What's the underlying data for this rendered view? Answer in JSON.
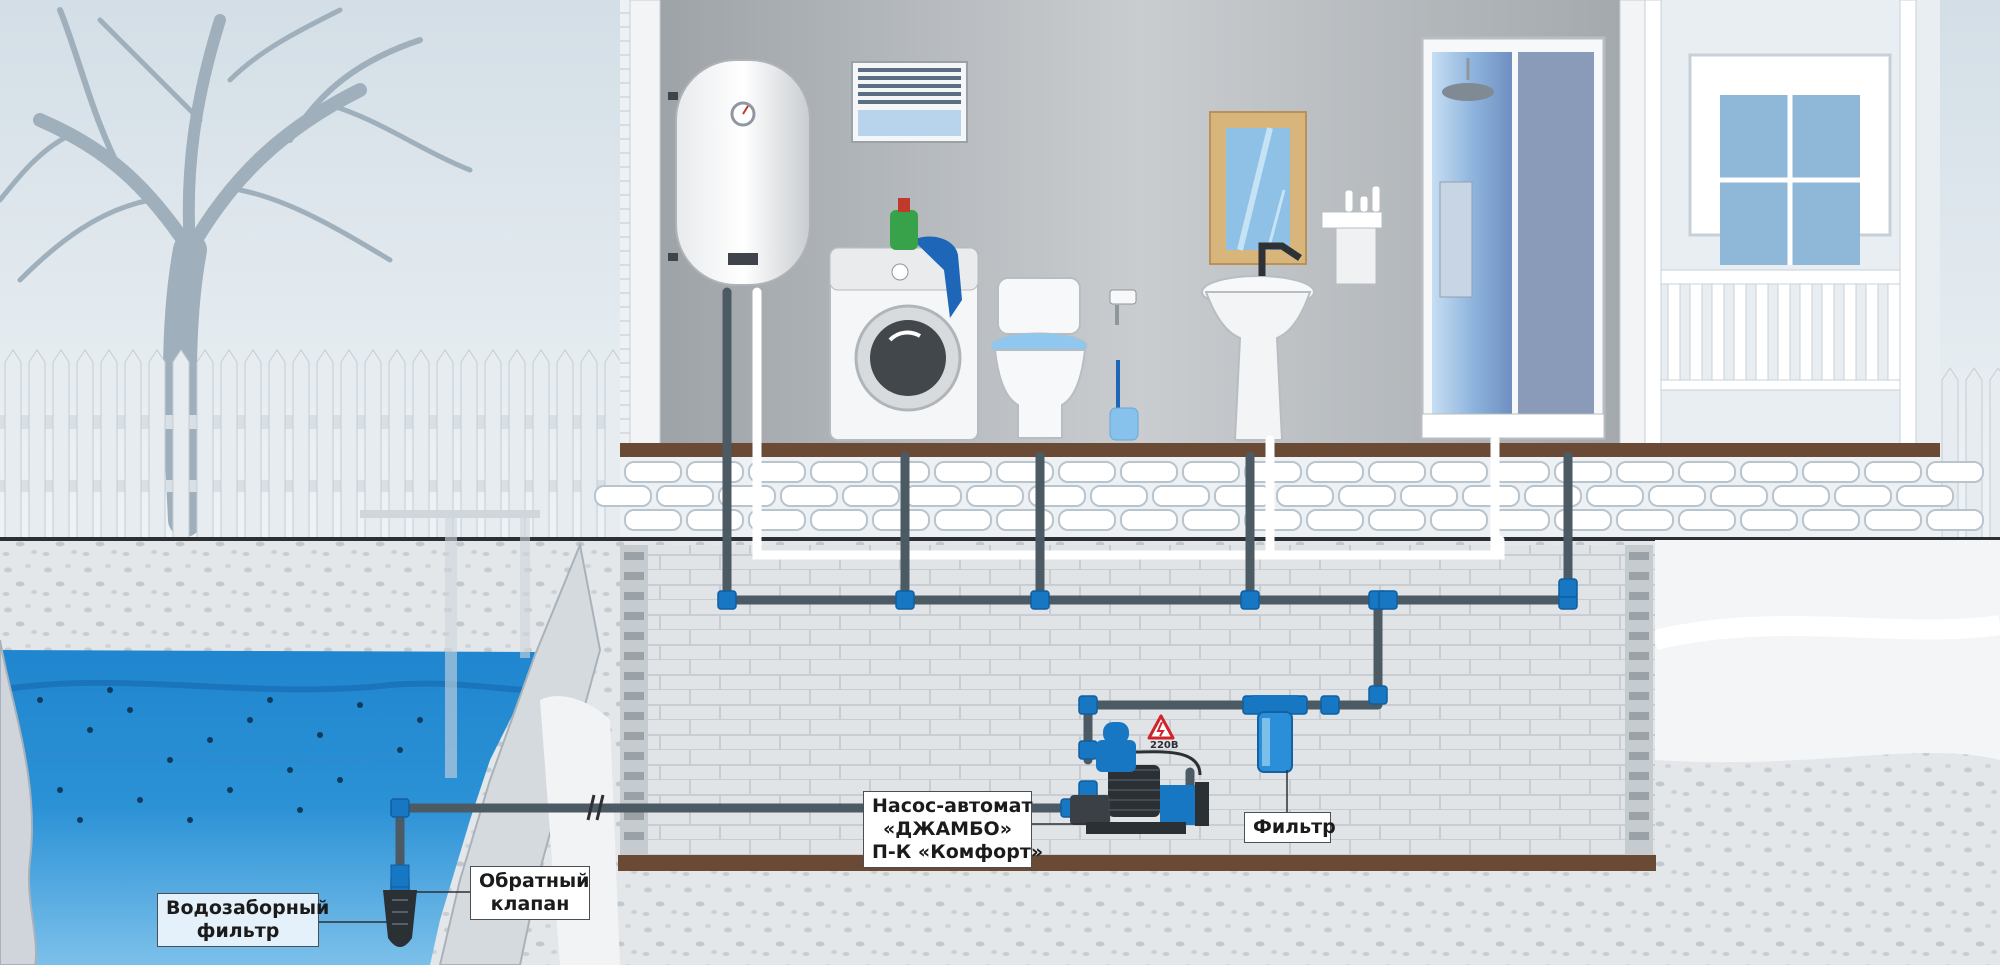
{
  "labels": {
    "pump": [
      "Насос-автомат",
      "«ДЖАМБО»",
      "П-К «Комфорт»"
    ],
    "filter": [
      "Фильтр"
    ],
    "check_valve": [
      "Обратный",
      "клапан"
    ],
    "intake_filter": [
      "Водозаборный",
      "фильтр"
    ],
    "pump_voltage": "220В"
  },
  "colors": {
    "sky": "#dfe8ef",
    "water": "#1e7fc8",
    "pipe": "#4c5a63",
    "fitting": "#1877c2",
    "wall": "#b7bcc0",
    "floor": "#6a4a35",
    "brick": "#dcdfe2"
  },
  "icons": {
    "warning": "high-voltage-warning-icon"
  }
}
